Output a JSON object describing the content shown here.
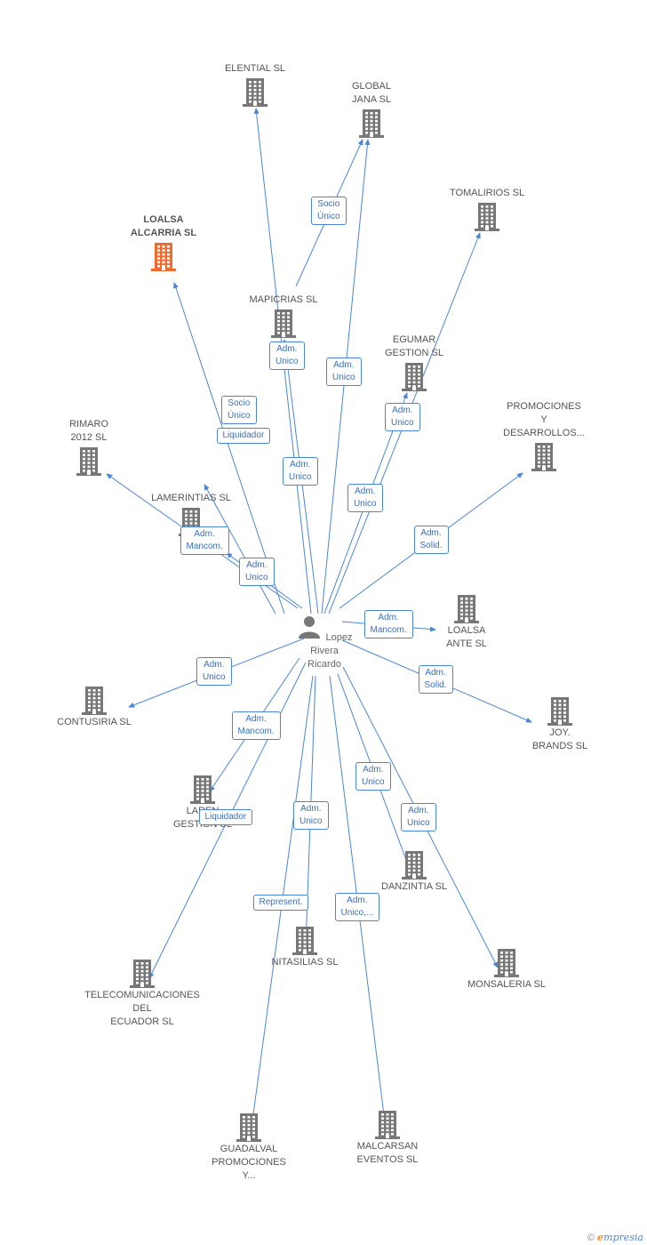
{
  "person": {
    "name": "Lopez\nRivera\nRicardo",
    "icon": "person-icon"
  },
  "colors": {
    "edge": "#4a86d8",
    "building": "#777777",
    "highlight": "#f26a2e"
  },
  "companies": [
    {
      "id": "elential",
      "label": "ELENTIAL SL",
      "highlight": false
    },
    {
      "id": "global",
      "label": "GLOBAL\nJANA  SL",
      "highlight": false
    },
    {
      "id": "tomalirios",
      "label": "TOMALIRIOS SL",
      "highlight": false
    },
    {
      "id": "loalsa_alcarria",
      "label": "LOALSA\nALCARRIA SL",
      "highlight": true
    },
    {
      "id": "mapicrias",
      "label": "MAPICRIAS SL",
      "highlight": false
    },
    {
      "id": "egumar",
      "label": "EGUMAR\nGESTION SL",
      "highlight": false
    },
    {
      "id": "promociones",
      "label": "PROMOCIONES\nY\nDESARROLLOS...",
      "highlight": false
    },
    {
      "id": "rimaro",
      "label": "RIMARO\n2012 SL",
      "highlight": false
    },
    {
      "id": "lamerintias",
      "label": "LAMERINTIAS SL",
      "highlight": false
    },
    {
      "id": "loalsa_ante",
      "label": "LOALSA\nANTE SL",
      "highlight": false
    },
    {
      "id": "contusiria",
      "label": "CONTUSIRIA SL",
      "highlight": false
    },
    {
      "id": "joy",
      "label": "JOY.\nBRANDS SL",
      "highlight": false
    },
    {
      "id": "laren",
      "label": "LAREN\nGESTION SL",
      "highlight": false
    },
    {
      "id": "danzintia",
      "label": "DANZINTIA SL",
      "highlight": false
    },
    {
      "id": "nitasilias",
      "label": "NITASILIAS SL",
      "highlight": false
    },
    {
      "id": "telecom",
      "label": "TELECOMUNICACIONES\nDEL\nECUADOR SL",
      "highlight": false
    },
    {
      "id": "monsaleria",
      "label": "MONSALERIA SL",
      "highlight": false
    },
    {
      "id": "guadalval",
      "label": "GUADALVAL\nPROMOCIONES\nY...",
      "highlight": false
    },
    {
      "id": "malcarsan",
      "label": "MALCARSAN\nEVENTOS  SL",
      "highlight": false
    }
  ],
  "relations": [
    {
      "id": "r1",
      "label": "Socio\nÚnico"
    },
    {
      "id": "r2",
      "label": "Adm.\nUnico"
    },
    {
      "id": "r3",
      "label": "Adm.\nUnico"
    },
    {
      "id": "r4",
      "label": "Adm.\nUnico"
    },
    {
      "id": "r5",
      "label": "Socio\nÚnico"
    },
    {
      "id": "r6",
      "label": "Liquidador"
    },
    {
      "id": "r7",
      "label": "Adm.\nUnico"
    },
    {
      "id": "r8",
      "label": "Adm.\nUnico"
    },
    {
      "id": "r9",
      "label": "Adm.\nSolid."
    },
    {
      "id": "r10",
      "label": "Adm.\nMancom."
    },
    {
      "id": "r11",
      "label": "Adm.\nUnico"
    },
    {
      "id": "r12",
      "label": "Adm.\nMancom."
    },
    {
      "id": "r13",
      "label": "Adm.\nUnico"
    },
    {
      "id": "r14",
      "label": "Adm.\nSolid."
    },
    {
      "id": "r15",
      "label": "Adm.\nMancom."
    },
    {
      "id": "r16",
      "label": "Liquidador"
    },
    {
      "id": "r17",
      "label": "Adm.\nUnico"
    },
    {
      "id": "r18",
      "label": "Adm.\nUnico"
    },
    {
      "id": "r19",
      "label": "Adm.\nUnico"
    },
    {
      "id": "r20",
      "label": "Represent."
    },
    {
      "id": "r21",
      "label": "Adm.\nUnico,..."
    }
  ],
  "footer": {
    "copyright": "©",
    "brand_initial": "e",
    "brand_rest": "mpresia"
  }
}
